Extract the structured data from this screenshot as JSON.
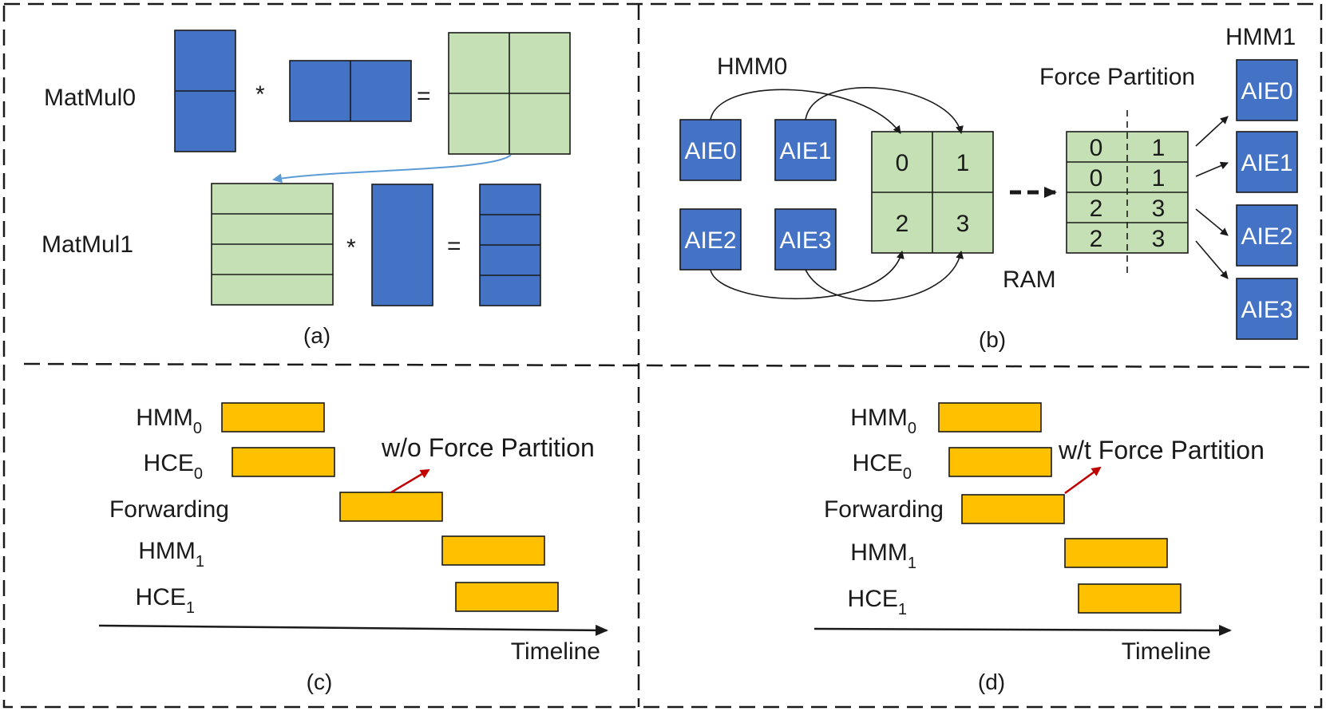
{
  "panel_a": {
    "matmul0_label": "MatMul0",
    "matmul1_label": "MatMul1",
    "multiply_symbol": "*",
    "equals_symbol": "=",
    "caption": "(a)"
  },
  "panel_b": {
    "hmm0_label": "HMM0",
    "hmm1_label": "HMM1",
    "force_partition_label": "Force Partition",
    "ram_label": "RAM",
    "aie_left": [
      "AIE0",
      "AIE1",
      "AIE2",
      "AIE3"
    ],
    "ram_cells": [
      "0",
      "1",
      "2",
      "3"
    ],
    "partition_rows": [
      [
        "0",
        "1"
      ],
      [
        "0",
        "1"
      ],
      [
        "2",
        "3"
      ],
      [
        "2",
        "3"
      ]
    ],
    "aie_right": [
      "AIE0",
      "AIE1",
      "AIE2",
      "AIE3"
    ],
    "caption": "(b)"
  },
  "panel_c": {
    "rows": [
      {
        "main": "HMM",
        "sub": "0"
      },
      {
        "main": "HCE",
        "sub": "0"
      },
      {
        "main": "Forwarding",
        "sub": ""
      },
      {
        "main": "HMM",
        "sub": "1"
      },
      {
        "main": "HCE",
        "sub": "1"
      }
    ],
    "annotation": "w/o Force Partition",
    "timeline_label": "Timeline",
    "caption": "(c)"
  },
  "panel_d": {
    "rows": [
      {
        "main": "HMM",
        "sub": "0"
      },
      {
        "main": "HCE",
        "sub": "0"
      },
      {
        "main": "Forwarding",
        "sub": ""
      },
      {
        "main": "HMM",
        "sub": "1"
      },
      {
        "main": "HCE",
        "sub": "1"
      }
    ],
    "annotation": "w/t Force Partition",
    "timeline_label": "Timeline",
    "caption": "(d)"
  },
  "colors": {
    "aie_blue": "#4472c4",
    "matrix_green": "#c5e0b4",
    "bar_gold": "#ffc000",
    "annotation_arrow": "#c00000",
    "flow_arrow": "#5b9bd5"
  }
}
